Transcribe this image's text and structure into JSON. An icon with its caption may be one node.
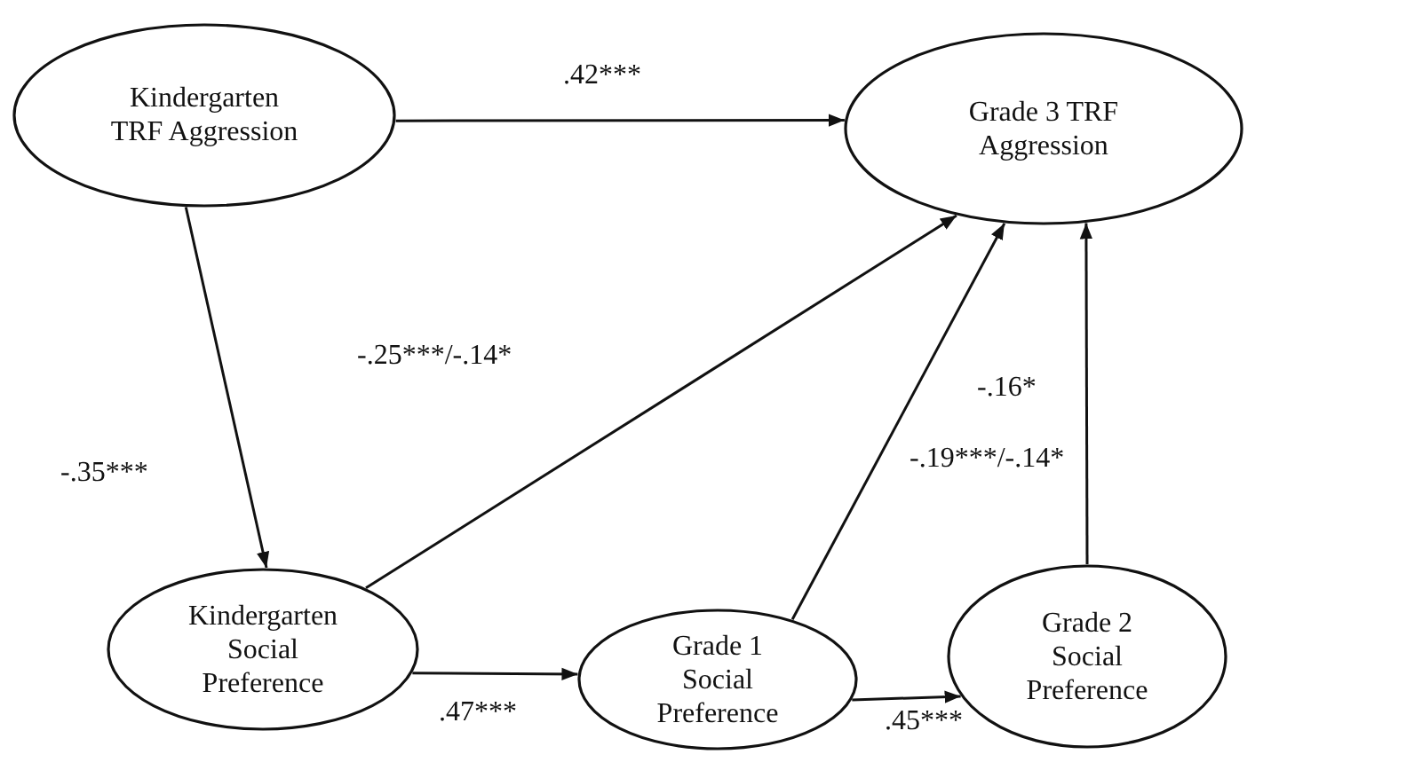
{
  "diagram": {
    "nodes": [
      {
        "text": [
          "Kindergarten TRF Aggression"
        ]
      },
      {
        "text": [
          "Grade 3 TRF Aggression"
        ]
      },
      {
        "text": [
          "Kindergarten Social Preference"
        ]
      },
      {
        "text": [
          "Grade 1 Social Preference"
        ]
      },
      {
        "text": [
          "Grade 2 Social Preference"
        ]
      }
    ],
    "edges": [
      {
        "from": 0,
        "to": 1,
        "arrow": "to",
        "label": ".42***"
      },
      {
        "from": 0,
        "to": 2,
        "arrow": "to",
        "label": "-.35***"
      },
      {
        "from": 2,
        "to": 1,
        "arrow": "to",
        "label": "-.25***/-.14*"
      },
      {
        "from": 3,
        "to": 1,
        "arrow": "to",
        "label": "-.19***/-.14*"
      },
      {
        "from": 4,
        "to": 1,
        "arrow": "to",
        "label": "-.16*"
      },
      {
        "from": 2,
        "to": 3,
        "arrow": "to",
        "label": ".47***"
      },
      {
        "from": 3,
        "to": 4,
        "arrow": "to",
        "label": ".45***"
      }
    ]
  }
}
